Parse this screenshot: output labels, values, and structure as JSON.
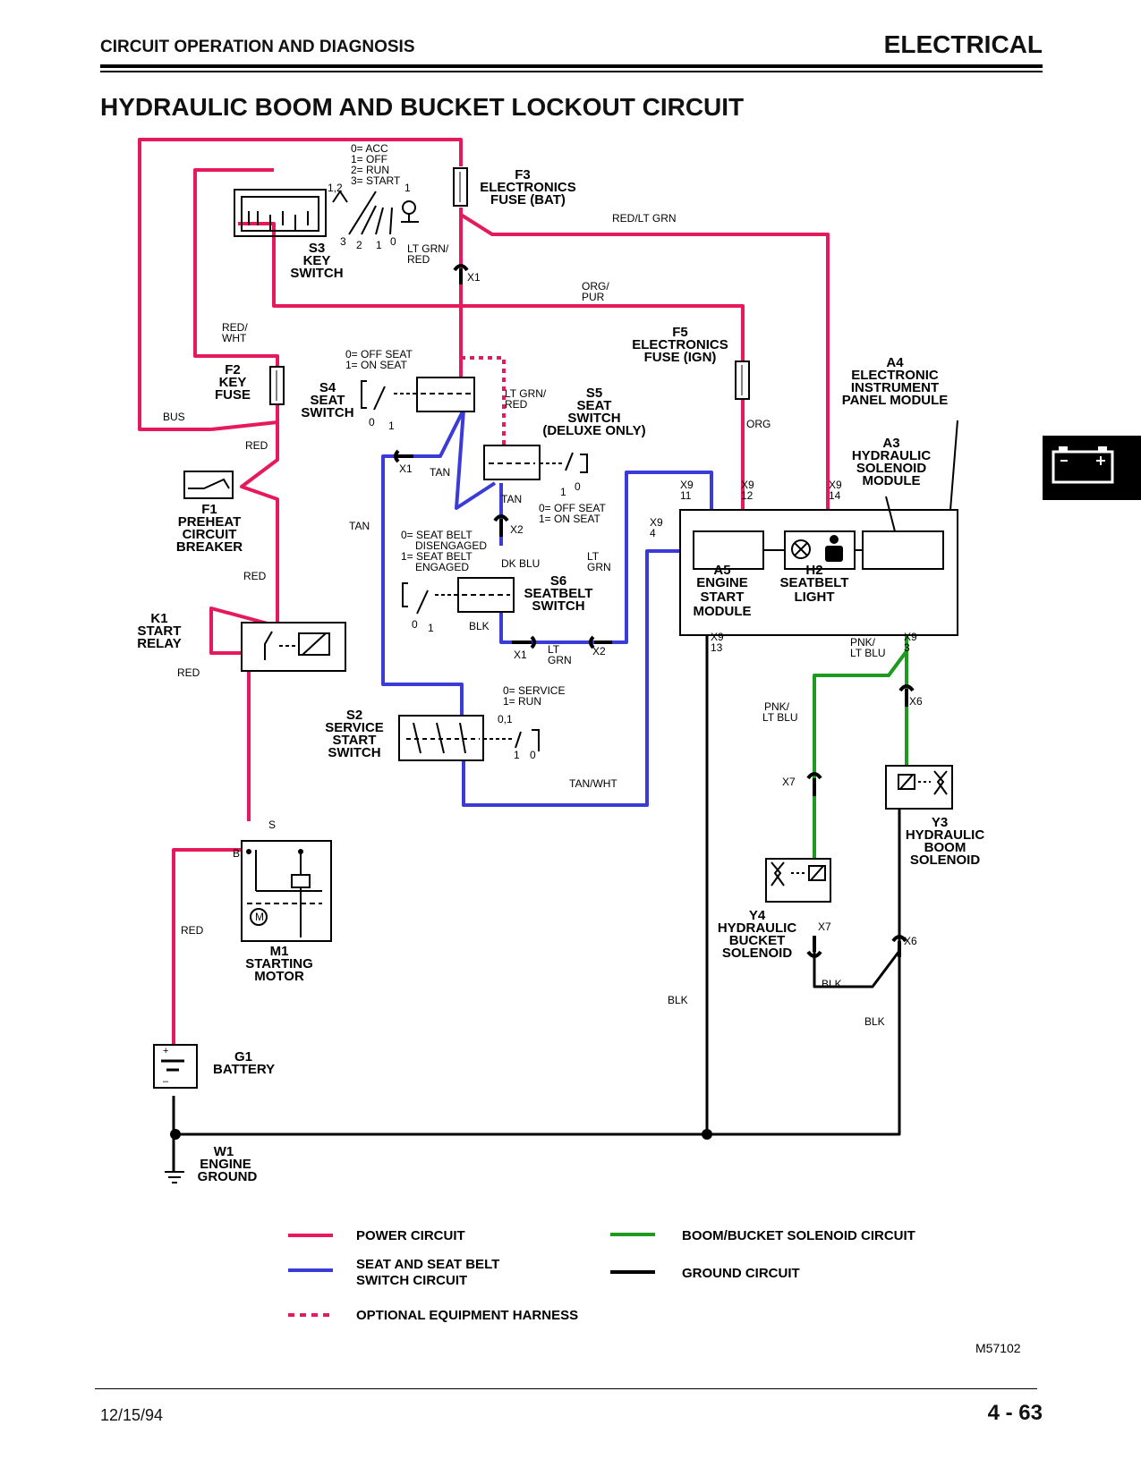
{
  "header": {
    "section": "CIRCUIT OPERATION AND DIAGNOSIS",
    "chapter": "ELECTRICAL",
    "title": "HYDRAULIC BOOM AND BUCKET LOCKOUT CIRCUIT"
  },
  "footer": {
    "date": "12/15/94",
    "page": "4 - 63",
    "figure_id": "M57102"
  },
  "colors": {
    "power": "#e5195b",
    "seat": "#3b3bd8",
    "solenoid": "#1e9a1e",
    "ground": "#000000"
  },
  "components": {
    "s3": [
      "S3",
      "KEY",
      "SWITCH"
    ],
    "s3_positions": [
      "0= ACC",
      "1= OFF",
      "2= RUN",
      "3= START"
    ],
    "s3_pins_top": [
      "1,2",
      "1"
    ],
    "s3_pins_bottom": [
      "3",
      "2",
      "1",
      "0"
    ],
    "f3": [
      "F3",
      "ELECTRONICS",
      "FUSE (BAT)"
    ],
    "f2": [
      "F2",
      "KEY",
      "FUSE"
    ],
    "f5": [
      "F5",
      "ELECTRONICS",
      "FUSE (IGN)"
    ],
    "f1": [
      "F1",
      "PREHEAT",
      "CIRCUIT",
      "BREAKER"
    ],
    "k1": [
      "K1",
      "START",
      "RELAY"
    ],
    "s4": [
      "S4",
      "SEAT",
      "SWITCH"
    ],
    "s4_positions": [
      "0=  OFF  SEAT",
      "1=  ON   SEAT"
    ],
    "s5": [
      "S5",
      "SEAT",
      "SWITCH",
      "(DELUXE ONLY)"
    ],
    "s5_positions": [
      "0=  OFF  SEAT",
      "1=  ON   SEAT"
    ],
    "s6": [
      "S6",
      "SEATBELT",
      "SWITCH"
    ],
    "s6_positions": [
      "0= SEAT  BELT",
      "DISENGAGED",
      "1= SEAT  BELT",
      "ENGAGED"
    ],
    "s2": [
      "S2",
      "SERVICE",
      "START",
      "SWITCH"
    ],
    "s2_positions": [
      "0= SERVICE",
      "1= RUN"
    ],
    "s2_pins": "0,1",
    "a4": [
      "A4",
      "ELECTRONIC",
      "INSTRUMENT",
      "PANEL MODULE"
    ],
    "a3": [
      "A3",
      "HYDRAULIC",
      "SOLENOID",
      "MODULE"
    ],
    "a5": [
      "A5",
      "ENGINE",
      "START",
      "MODULE"
    ],
    "h2": [
      "H2",
      "SEATBELT",
      "LIGHT"
    ],
    "m1": [
      "M1",
      "STARTING",
      "MOTOR"
    ],
    "g1": [
      "G1",
      "BATTERY"
    ],
    "w1": [
      "W1",
      "ENGINE",
      "GROUND"
    ],
    "y3": [
      "Y3",
      "HYDRAULIC",
      "BOOM",
      "SOLENOID"
    ],
    "y4": [
      "Y4",
      "HYDRAULIC",
      "BUCKET",
      "SOLENOID"
    ]
  },
  "wire_labels": {
    "red_lt_grn": "RED/LT GRN",
    "lt_grn_red": [
      "LT GRN/",
      "RED"
    ],
    "lt_grn_red_2": [
      "LT GRN/",
      "RED"
    ],
    "org_pur": [
      "ORG/",
      "PUR"
    ],
    "red_wht": [
      "RED/",
      "WHT"
    ],
    "bus": "BUS",
    "red": "RED",
    "org": "ORG",
    "tan": "TAN",
    "dk_blu": "DK BLU",
    "lt_grn": [
      "LT",
      "GRN"
    ],
    "blk": "BLK",
    "tan_wht": "TAN/WHT",
    "pnk_lt_blu": [
      "PNK/",
      "LT BLU"
    ]
  },
  "connectors": {
    "x1": "X1",
    "x2": "X2",
    "x6": "X6",
    "x7": "X7",
    "x9_11": [
      "X9",
      "11"
    ],
    "x9_12": [
      "X9",
      "12"
    ],
    "x9_14": [
      "X9",
      "14"
    ],
    "x9_4": [
      "X9",
      "4"
    ],
    "x9_13": [
      "X9",
      "13"
    ],
    "x9_3": [
      "X9",
      "3"
    ],
    "m1_b": "B",
    "m1_s": "S",
    "m1_m": "M"
  },
  "legend": [
    {
      "label": [
        "POWER  CIRCUIT"
      ],
      "color": "#e5195b",
      "style": "solid"
    },
    {
      "label": [
        "SEAT AND SEAT  BELT",
        "SWITCH CIRCUIT"
      ],
      "color": "#3b3bd8",
      "style": "solid"
    },
    {
      "label": [
        "OPTIONAL EQUIPMENT HARNESS"
      ],
      "color": "#e5195b",
      "style": "dashed"
    },
    {
      "label": [
        "BOOM/BUCKET SOLENOID CIRCUIT"
      ],
      "color": "#1e9a1e",
      "style": "solid"
    },
    {
      "label": [
        "GROUND CIRCUIT"
      ],
      "color": "#000000",
      "style": "solid"
    }
  ]
}
